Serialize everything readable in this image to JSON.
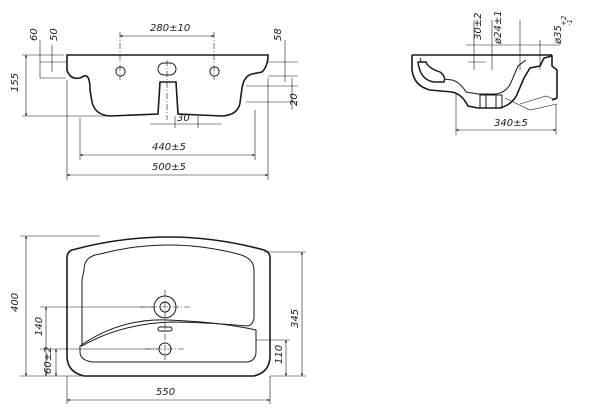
{
  "front_view": {
    "dim_center_width": "280±10",
    "dim_height_total": "155",
    "dim_left_60": "60",
    "dim_left_50": "50",
    "dim_right_58": "58",
    "dim_right_20": "20",
    "dim_hole_offset": "30",
    "dim_bottom_inner": "440±5",
    "dim_bottom_outer": "500±5"
  },
  "side_view": {
    "dim_depth": "340±5",
    "dim_drain_30": "30±2",
    "dim_drain_24": "ø24±1",
    "dim_drain_35_base": "ø35",
    "dim_drain_35_tol_upper": "+2",
    "dim_drain_35_tol_lower": "-1"
  },
  "top_view": {
    "dim_depth_total": "400",
    "dim_hole_140": "140",
    "dim_hole_60": "60±2",
    "dim_right_345": "345",
    "dim_right_110": "110",
    "dim_width": "550"
  }
}
